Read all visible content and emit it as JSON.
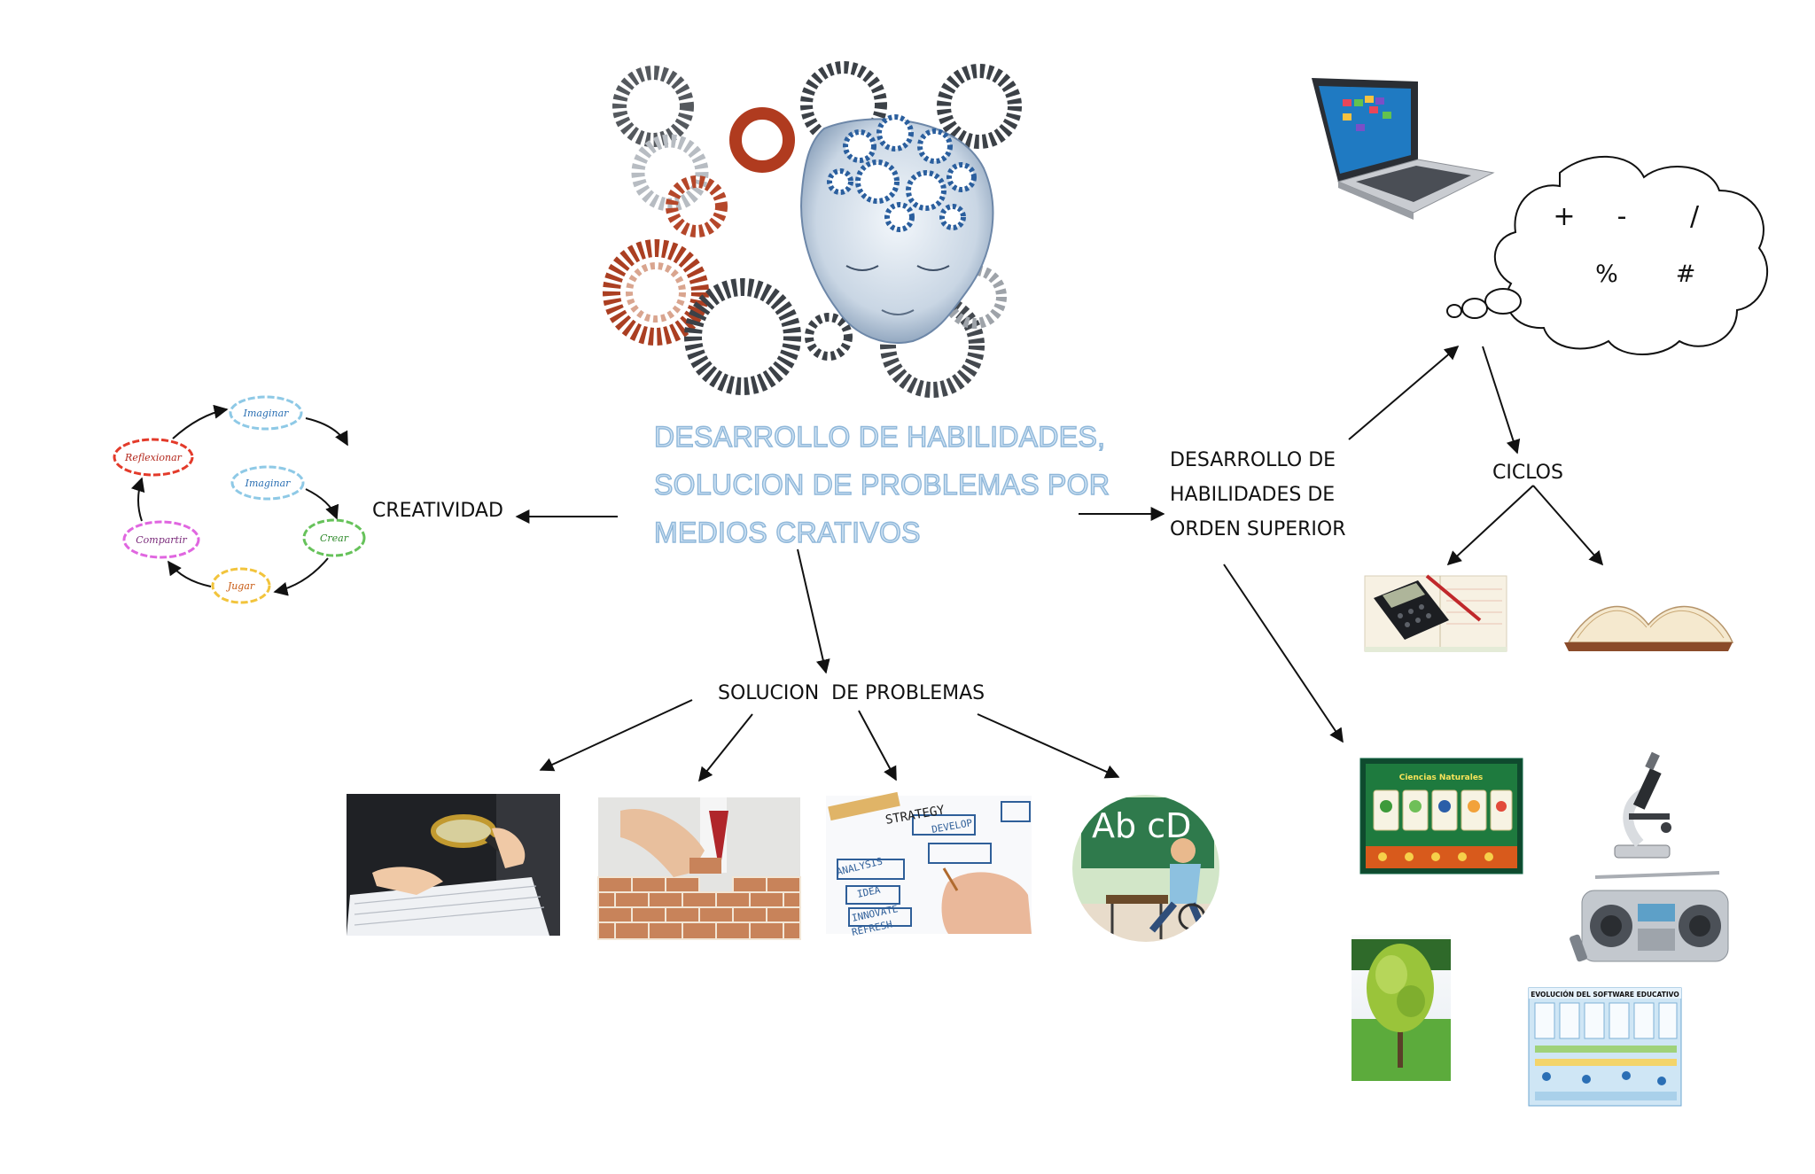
{
  "title": {
    "line1": "DESARROLLO DE  HABILIDADES,",
    "line2": "SOLUCION DE PROBLEMAS POR",
    "line3": "MEDIOS CRATIVOS"
  },
  "nodes": {
    "creatividad": "CREATIVIDAD",
    "solucion": "SOLUCION  DE PROBLEMAS",
    "orden_superior": [
      "DESARROLLO DE",
      "HABILIDADES DE",
      "ORDEN SUPERIOR"
    ],
    "ciclos": "CICLOS"
  },
  "cycle": {
    "imaginar_1": "Imaginar",
    "imaginar_2": "Imaginar",
    "crear": "Crear",
    "jugar": "Jugar",
    "compartir": "Compartir",
    "reflexionar": "Reflexionar"
  },
  "thought_cloud": {
    "symbols": [
      "+",
      "-",
      "/",
      "%",
      "#"
    ]
  },
  "pictures": {
    "board_tab": "Ab cD",
    "strategy": [
      "STRATEGY",
      "ANALYSIS",
      "DEVELOP",
      "IDEA",
      "INNOVATE",
      "REFRESH"
    ],
    "software_poster_title": "EVOLUCIÓN DEL SOFTWARE EDUCATIVO",
    "ciencias_title": "Ciencias Naturales"
  }
}
